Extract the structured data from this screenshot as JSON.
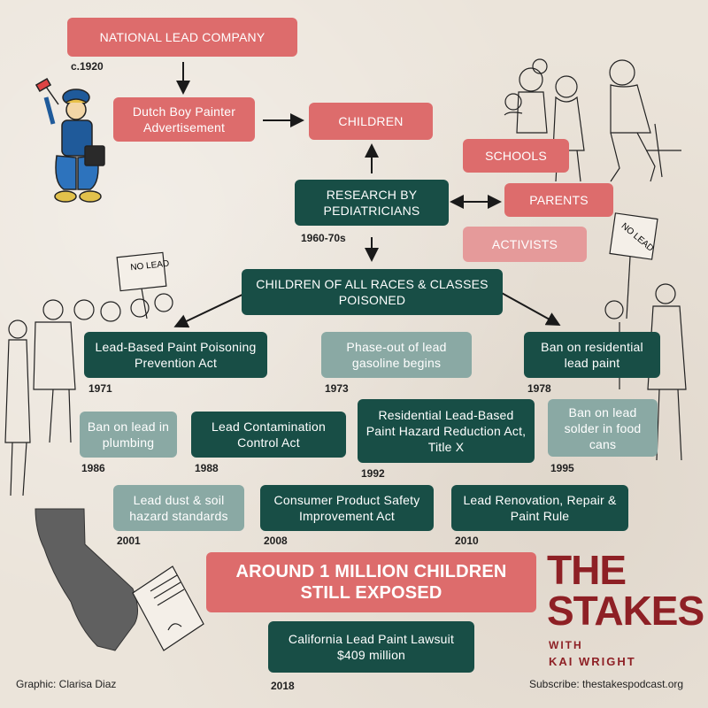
{
  "nodes": {
    "national_lead": "NATIONAL LEAD COMPANY",
    "dutch_boy": "Dutch Boy Painter Advertisement",
    "children": "CHILDREN",
    "schools": "SCHOOLS",
    "research": "RESEARCH BY PEDIATRICIANS",
    "parents": "PARENTS",
    "activists": "ACTIVISTS",
    "all_children": "CHILDREN OF ALL RACES & CLASSES POISONED",
    "lbpppa": "Lead-Based Paint Poisoning Prevention Act",
    "gasoline": "Phase-out of lead gasoline begins",
    "residential_ban": "Ban on residential lead paint",
    "plumbing": "Ban on lead in plumbing",
    "lcca": "Lead Contamination Control Act",
    "title_x": "Residential Lead-Based Paint Hazard Reduction Act, Title X",
    "food_cans": "Ban on lead solder in food cans",
    "dust_soil": "Lead dust & soil hazard standards",
    "cpsia": "Consumer Product Safety Improvement Act",
    "rrp": "Lead Renovation, Repair & Paint Rule",
    "exposed": "AROUND 1 MILLION CHILDREN STILL EXPOSED",
    "lawsuit": "California Lead Paint Lawsuit $409 million"
  },
  "years": {
    "c1920": "c.1920",
    "y1960": "1960-70s",
    "y1971": "1971",
    "y1973": "1973",
    "y1978": "1978",
    "y1986": "1986",
    "y1988": "1988",
    "y1992": "1992",
    "y1995": "1995",
    "y2001": "2001",
    "y2008": "2008",
    "y2010": "2010",
    "y2018": "2018"
  },
  "sign_text": "NO LEAD",
  "credit": "Graphic: Clarisa Diaz",
  "subscribe": "Subscribe: thestakespodcast.org",
  "logo": {
    "line1": "THE",
    "line2": "STAKES",
    "with": "WITH",
    "host": "KAI WRIGHT"
  },
  "colors": {
    "red": "#dd6c6c",
    "pink": "#e59a9a",
    "green": "#184e46",
    "grey": "#8aa9a4",
    "logo": "#8e2025",
    "background": "#ebe4da"
  }
}
